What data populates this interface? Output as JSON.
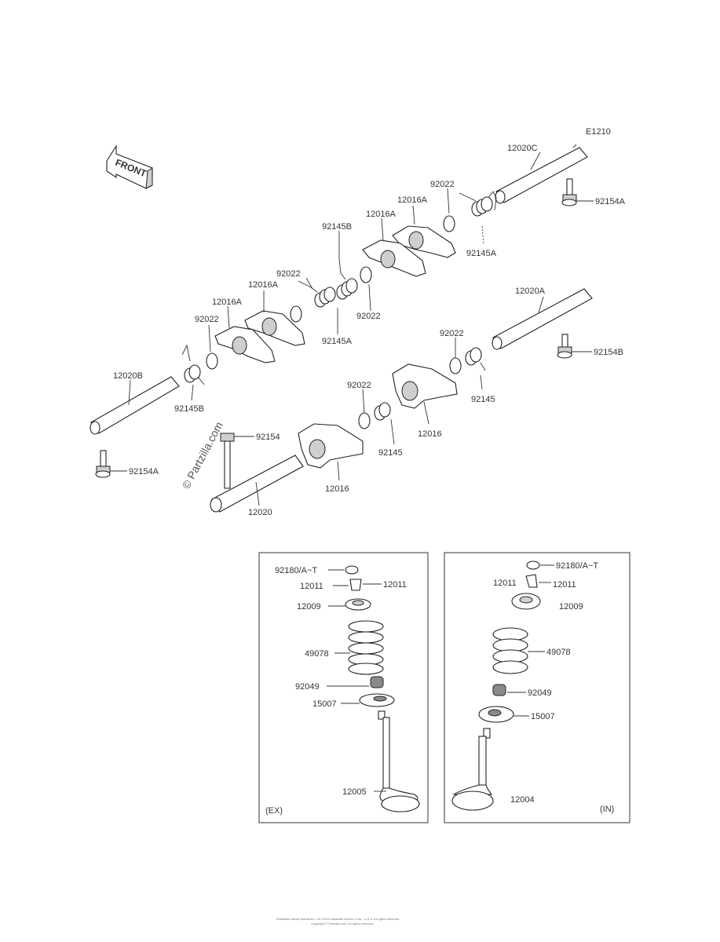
{
  "diagram": {
    "code": "E1210",
    "front_label": "FRONT",
    "watermark": "© Partzilla.com",
    "footer_line1": "Kawasaki Heavy Industries, Ltd. 2015 Kawasaki Motors Corp., U.S.A. All rights reserved.",
    "footer_line2": "Copyright © Partzilla.com. All rights reserved.",
    "callouts": [
      "12020C",
      "92154A",
      "92022",
      "92145A",
      "12016A",
      "12016A",
      "92145B",
      "92022",
      "92022",
      "12016A",
      "12016A",
      "92145A",
      "92022",
      "92145B",
      "12020B",
      "92154A",
      "12020A",
      "92154B",
      "92022",
      "92145",
      "92022",
      "12016",
      "92145",
      "92154",
      "12016",
      "12020"
    ]
  },
  "exhaust_box": {
    "tag": "(EX)",
    "labels": [
      "92180/A~T",
      "12011",
      "12011",
      "12009",
      "49078",
      "92049",
      "15007",
      "12005"
    ]
  },
  "intake_box": {
    "tag": "(IN)",
    "labels": [
      "92180/A~T",
      "12011",
      "12011",
      "12009",
      "49078",
      "92049",
      "15007",
      "12004"
    ]
  }
}
